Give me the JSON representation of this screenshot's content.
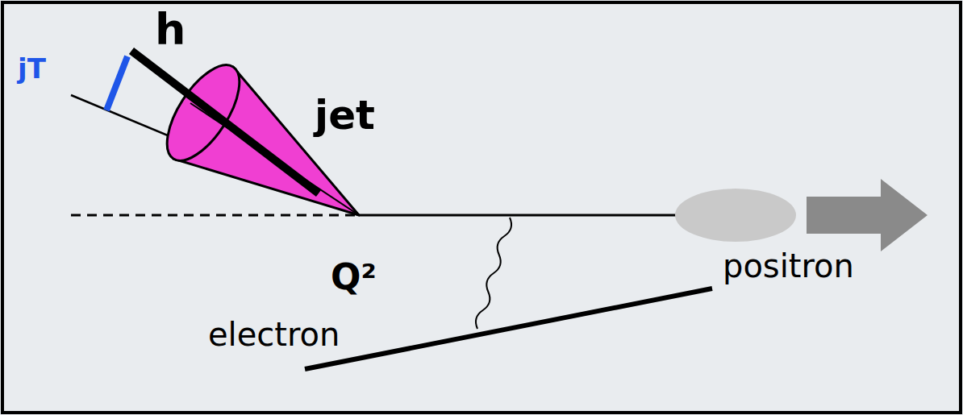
{
  "diagram": {
    "labels": [
      "jT",
      "h",
      "jet",
      "Q²",
      "electron",
      "positron"
    ]
  }
}
